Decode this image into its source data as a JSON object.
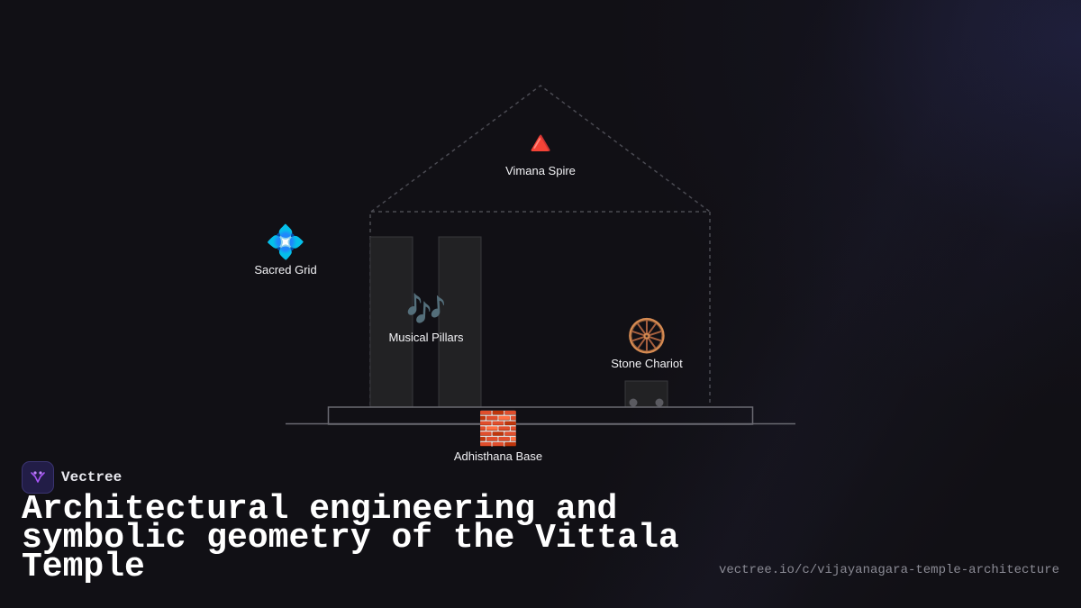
{
  "nodes": {
    "vimana": {
      "label": "Vimana Spire",
      "icon": "🔺",
      "icon_name": "red-triangle-icon"
    },
    "grid": {
      "label": "Sacred Grid",
      "icon": "💠",
      "icon_name": "diamond-flower-icon"
    },
    "pillars": {
      "label": "Musical Pillars",
      "icon": "🎶",
      "icon_name": "music-notes-icon"
    },
    "chariot": {
      "label": "Stone Chariot",
      "icon": "🛞",
      "icon_name": "wheel-icon"
    },
    "base": {
      "label": "Adhisthana Base",
      "icon": "🧱",
      "icon_name": "brick-icon"
    }
  },
  "brand": {
    "name": "Vectree",
    "logo_color": "#a855f7"
  },
  "title": "Architectural engineering and symbolic geometry of the Vittala Temple",
  "url": "vectree.io/c/vijayanagara-temple-architecture",
  "colors": {
    "background": "#111015",
    "line": "#4a4a52",
    "pillar": "#222224"
  }
}
